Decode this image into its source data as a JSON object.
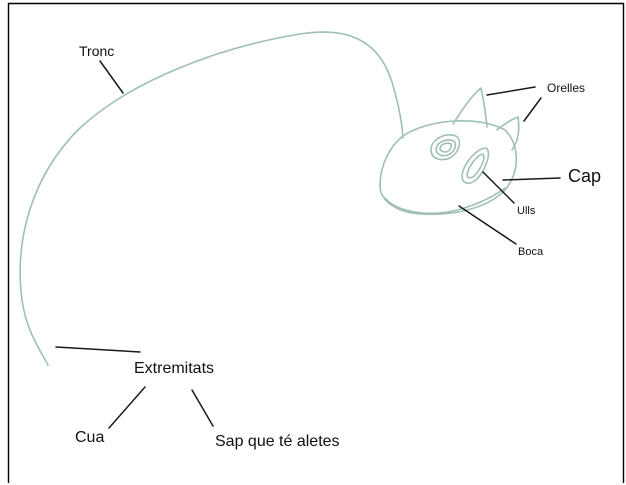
{
  "labels": {
    "tronc": "Tronc",
    "orelles": "Orelles",
    "cap": "Cap",
    "ulls": "Ulls",
    "boca": "Boca",
    "extremitats": "Extremitats",
    "cua": "Cua",
    "sap_que": "Sap que té aletes"
  },
  "colors": {
    "sketch": "#9fbfb3",
    "sketch_dark": "#7fa696",
    "leader": "#1a1a1a",
    "frame": "#000000",
    "background": "#ffffff"
  }
}
